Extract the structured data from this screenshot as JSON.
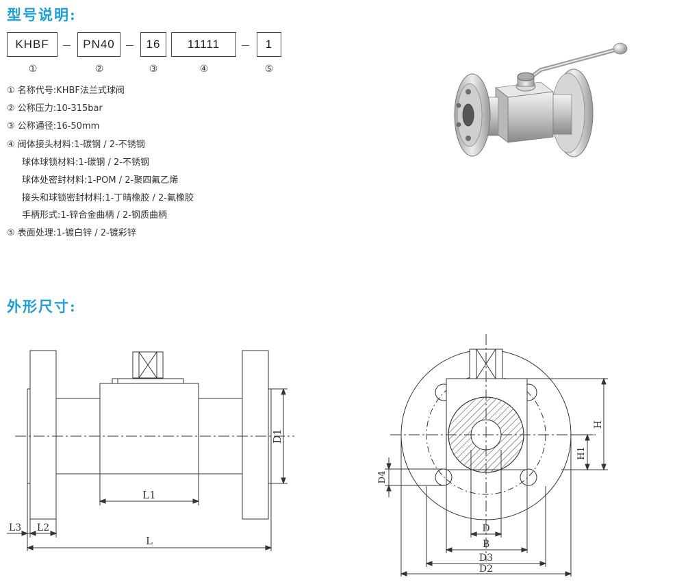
{
  "titles": {
    "model": "型号说明:",
    "dims": "外形尺寸:"
  },
  "codes": [
    "KHBF",
    "PN40",
    "16",
    "11111",
    "1"
  ],
  "markers": [
    "①",
    "②",
    "③",
    "④",
    "⑤"
  ],
  "specs": [
    "① 名称代号:KHBF法兰式球阀",
    "② 公称压力:10-315bar",
    "③ 公称通径:16-50mm",
    "④ 阀体接头材料:1-碳钢 / 2-不锈钢",
    "球体球锁材料:1-碳钢 / 2-不锈钢",
    "球体处密封材料:1-POM / 2-聚四氟乙烯",
    "接头和球锁密封材料:1-丁晴橡胶 / 2-氟橡胶",
    "手柄形式:1-锌合金曲柄 / 2-钢质曲柄",
    "⑤ 表面处理:1-镀白锌 / 2-镀彩锌"
  ],
  "dimensions": {
    "side": {
      "L1": "L1",
      "D1": "D1",
      "L3": "L3",
      "L2": "L2",
      "L": "L"
    },
    "front": {
      "H": "H",
      "H1": "H1",
      "D4": "D4",
      "D": "D",
      "B": "B",
      "D3": "D3",
      "D2": "D2"
    }
  },
  "colors": {
    "title": "#1f9fd6",
    "line": "#333333"
  }
}
